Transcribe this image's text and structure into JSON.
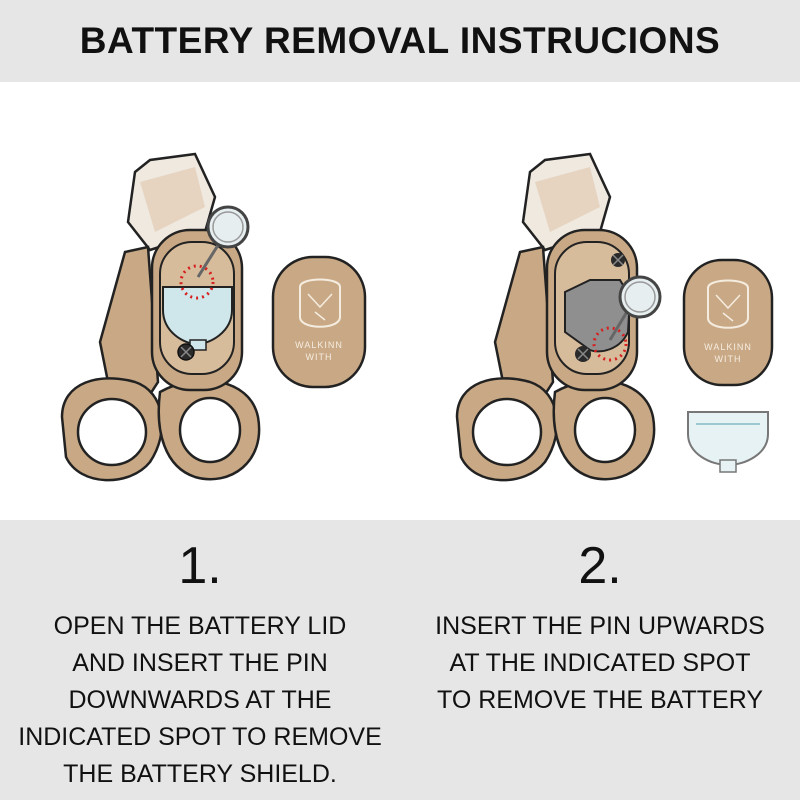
{
  "header": {
    "title": "BATTERY REMOVAL INSTRUCIONS"
  },
  "illustration": {
    "left_tag": {
      "line1": "WALKINN",
      "line2": "WITH"
    },
    "right_tag": {
      "line1": "WALKINN",
      "line2": "WITH"
    }
  },
  "steps": [
    {
      "number": "1.",
      "lines": [
        "OPEN THE BATTERY LID",
        "AND INSERT THE PIN",
        "DOWNWARDS AT THE",
        "INDICATED SPOT TO REMOVE",
        "THE BATTERY SHIELD."
      ]
    },
    {
      "number": "2.",
      "lines": [
        "INSERT THE PIN UPWARDS",
        "AT THE INDICATED SPOT",
        "TO REMOVE THE BATTERY"
      ]
    }
  ]
}
